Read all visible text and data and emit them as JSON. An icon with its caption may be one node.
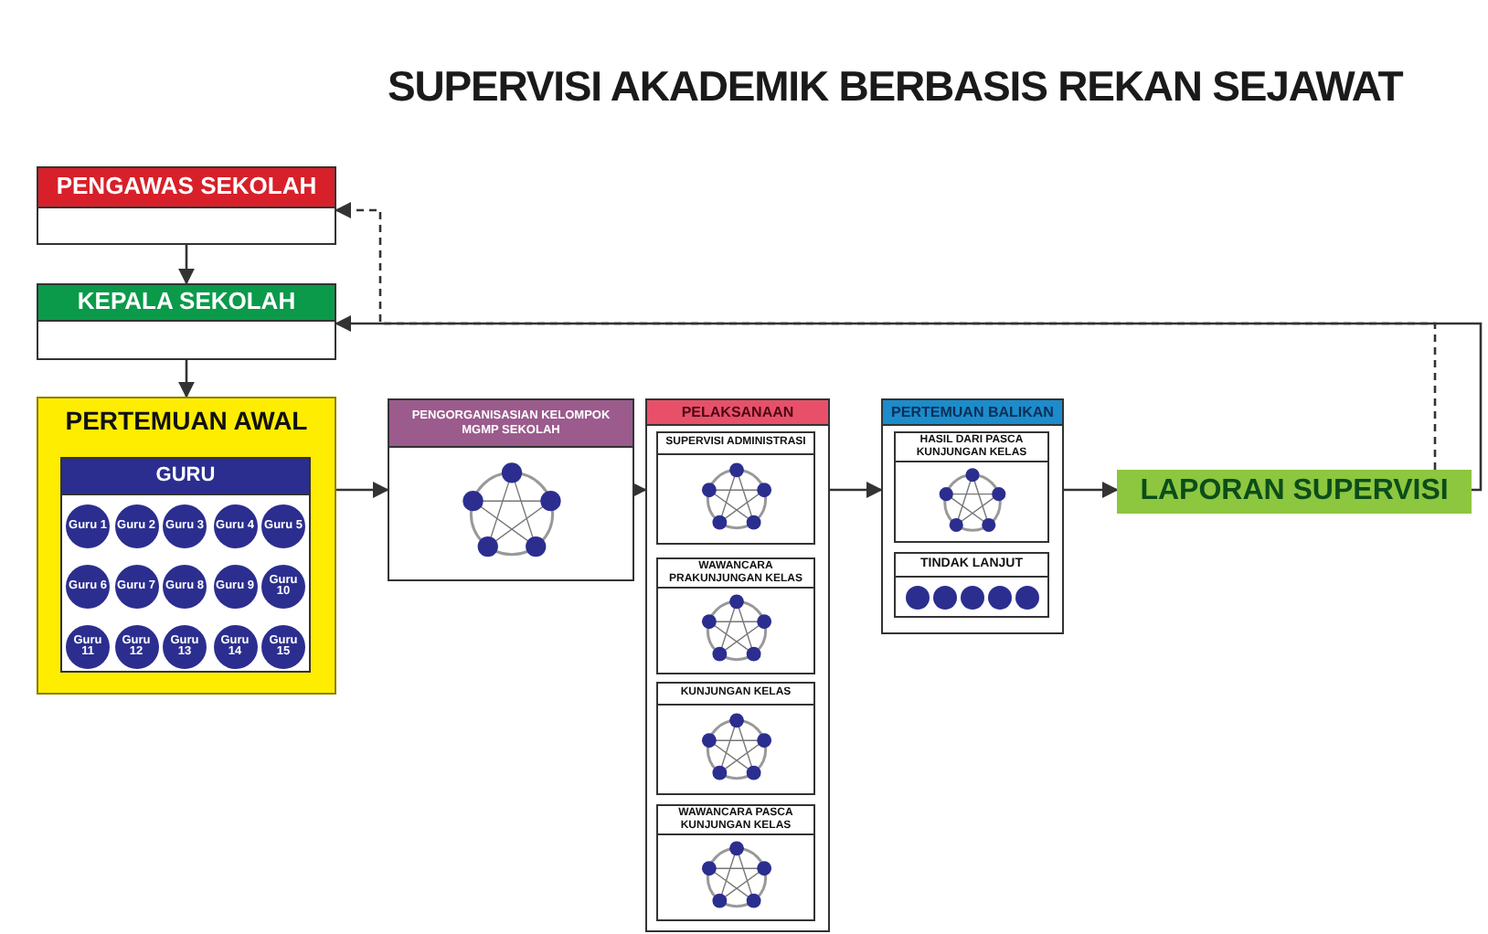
{
  "diagram": {
    "title": "SUPERVISI AKADEMIK BERBASIS REKAN SEJAWAT",
    "nodes": [
      {
        "text": [
          "PENGAWAS SEKOLAH"
        ]
      },
      {
        "text": [
          "KEPALA SEKOLAH"
        ]
      },
      {
        "text": [
          "PERTEMUAN AWAL"
        ]
      },
      {
        "text": [
          "GURU"
        ],
        "in": 2
      },
      {
        "text": [
          "Guru 1"
        ],
        "in": 3
      },
      {
        "text": [
          "Guru 2"
        ],
        "in": 3
      },
      {
        "text": [
          "Guru 3"
        ],
        "in": 3
      },
      {
        "text": [
          "Guru 4"
        ],
        "in": 3
      },
      {
        "text": [
          "Guru 5"
        ],
        "in": 3
      },
      {
        "text": [
          "Guru 6"
        ],
        "in": 3
      },
      {
        "text": [
          "Guru 7"
        ],
        "in": 3
      },
      {
        "text": [
          "Guru 8"
        ],
        "in": 3
      },
      {
        "text": [
          "Guru 9"
        ],
        "in": 3
      },
      {
        "text": [
          "Guru 10"
        ],
        "in": 3
      },
      {
        "text": [
          "Guru 11"
        ],
        "in": 3
      },
      {
        "text": [
          "Guru 12"
        ],
        "in": 3
      },
      {
        "text": [
          "Guru 13"
        ],
        "in": 3
      },
      {
        "text": [
          "Guru 14"
        ],
        "in": 3
      },
      {
        "text": [
          "Guru 15"
        ],
        "in": 3
      },
      {
        "text": [
          "PENGORGANISASIAN KELOMPOK MGMP SEKOLAH"
        ]
      },
      {
        "text": [
          "PELAKSANAAN"
        ]
      },
      {
        "text": [
          "SUPERVISI ADMINISTRASI"
        ],
        "in": 20
      },
      {
        "text": [
          "WAWANCARA PRAKUNJUNGAN KELAS"
        ],
        "in": 20
      },
      {
        "text": [
          "KUNJUNGAN KELAS"
        ],
        "in": 20
      },
      {
        "text": [
          "WAWANCARA PASCA KUNJUNGAN KELAS"
        ],
        "in": 20
      },
      {
        "text": [
          "PERTEMUAN BALIKAN"
        ]
      },
      {
        "text": [
          "HASIL DARI PASCA KUNJUNGAN KELAS"
        ],
        "in": 25
      },
      {
        "text": [
          "TINDAK LANJUT"
        ],
        "in": 25
      },
      {
        "text": [
          "LAPORAN SUPERVISI"
        ]
      }
    ],
    "edges": [
      {
        "from": 0,
        "to": 1,
        "arrow": "to"
      },
      {
        "from": 1,
        "to": 2,
        "arrow": "to"
      },
      {
        "from": 2,
        "to": 19,
        "arrow": "to"
      },
      {
        "from": 19,
        "to": 20,
        "arrow": "to"
      },
      {
        "from": 20,
        "to": 25,
        "arrow": "to"
      },
      {
        "from": 25,
        "to": 28,
        "arrow": "to"
      },
      {
        "from": 28,
        "to": 1,
        "arrow": "to"
      },
      {
        "from": 28,
        "to": 0,
        "arrow": "to",
        "style": "dashed"
      }
    ]
  }
}
